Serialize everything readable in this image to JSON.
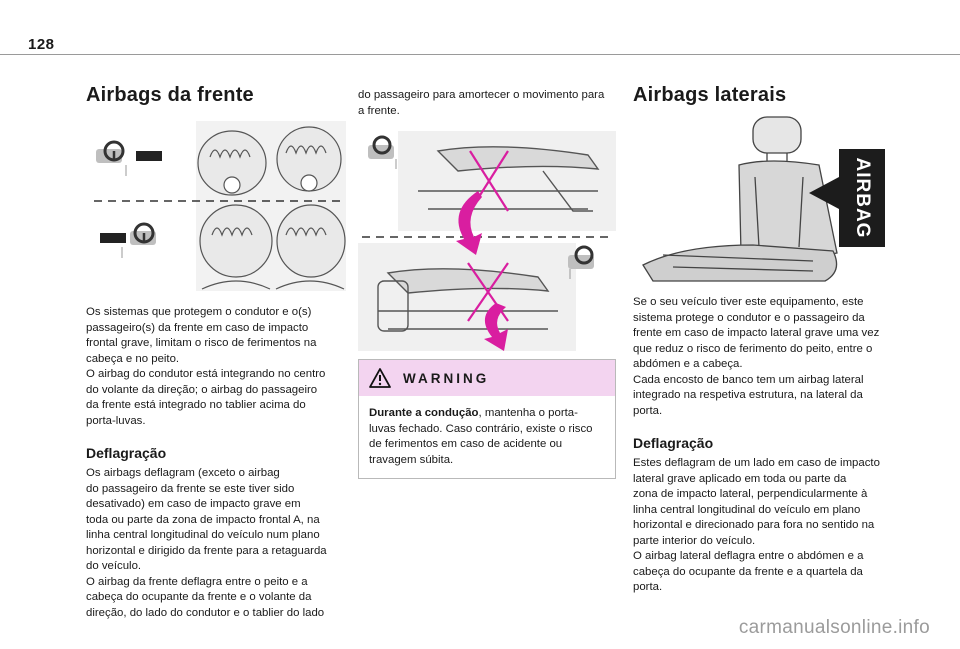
{
  "page": {
    "number": "128",
    "watermark": "carmanualsonline.info"
  },
  "left": {
    "title": "Airbags da frente",
    "intro": "Os sistemas que protegem o condutor e o(s)\npassageiro(s) da frente em caso de impacto\nfrontal grave, limitam o risco de ferimentos na\ncabeça e no peito.\nO airbag do condutor está integrando no centro\ndo volante da direção; o airbag do passageiro\nda frente está integrado no tablier acima do\nporta-luvas.",
    "subtitle": "Deflagração",
    "deploy": "Os airbags deflagram (exceto o airbag\ndo passageiro da frente se este tiver sido\ndesativado) em caso de impacto grave em\ntoda ou parte da zona de impacto frontal A, na\nlinha central longitudinal do veículo num plano\nhorizontal e dirigido da frente para a retaguarda\ndo veículo.\nO airbag da frente deflagra entre o peito e a\ncabeça do ocupante da frente e o volante da\ndireção, do lado do condutor e o tablier do lado"
  },
  "middle": {
    "continuation": "do passageiro para amortecer o movimento para\na frente.",
    "warning": {
      "title": "WARNING",
      "bold_lead": "Durante a condução",
      "text": ", mantenha o porta-\nluvas fechado. Caso contrário, existe o risco\nde ferimentos em caso de acidente ou\ntravagem súbita."
    }
  },
  "right": {
    "title": "Airbags laterais",
    "airbag_label": "AIRBAG",
    "intro": "Se o seu veículo tiver este equipamento, este\nsistema protege o condutor e o passageiro da\nfrente em caso de impacto lateral grave uma vez\nque reduz o risco de ferimento do peito, entre o\nabdómen e a cabeça.\nCada encosto de banco tem um airbag lateral\nintegrado na respetiva estrutura, na lateral da\nporta.",
    "subtitle": "Deflagração",
    "deploy": "Estes deflagram de um lado em caso de impacto\nlateral grave aplicado em toda ou parte da\nzona de impacto lateral, perpendicularmente à\nlinha central longitudinal do veículo em plano\nhorizontal e direcionado para fora no sentido na\nparte interior do veículo.\nO airbag lateral deflagra entre o abdómen e a\ncabeça do ocupante da frente e a quartela da\nporta."
  },
  "colors": {
    "warning_bg": "#f3d4f0",
    "arrow": "#d91ea0",
    "airbag_badge": "#1c1c1c"
  }
}
